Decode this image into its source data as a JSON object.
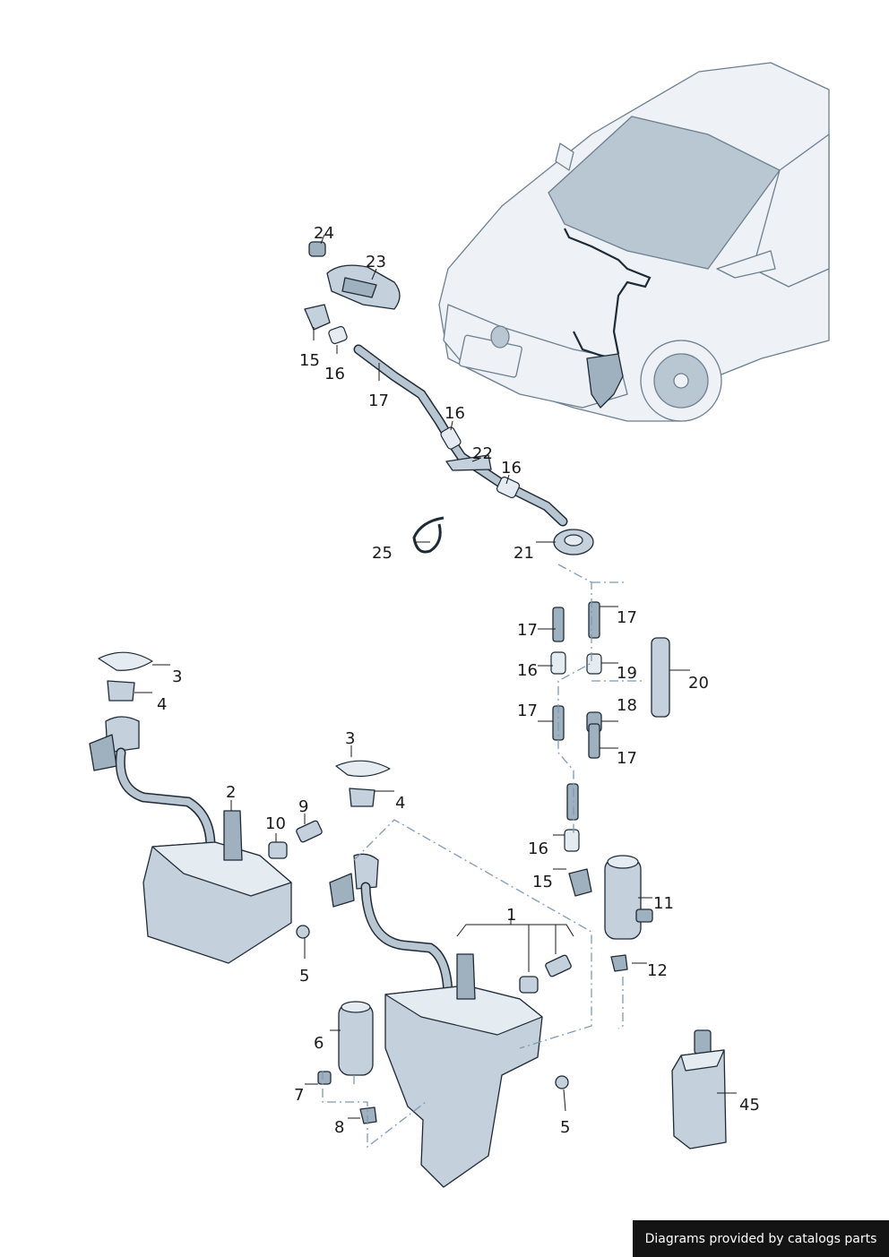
{
  "diagram": {
    "labels": {
      "p24": "24",
      "p23": "23",
      "p15a": "15",
      "p16a": "16",
      "p17a": "17",
      "p16b": "16",
      "p22": "22",
      "p16c": "16",
      "p25": "25",
      "p21": "21",
      "p17b": "17",
      "p17c": "17",
      "p16d": "16",
      "p19": "19",
      "p20": "20",
      "p18": "18",
      "p17d": "17",
      "p17e": "17",
      "p3a": "3",
      "p4a": "4",
      "p2": "2",
      "p10": "10",
      "p9": "9",
      "p3b": "3",
      "p4b": "4",
      "p5a": "5",
      "p16e": "16",
      "p15b": "15",
      "p11": "11",
      "p1": "1",
      "p12": "12",
      "p6": "6",
      "p7": "7",
      "p8": "8",
      "p5b": "5",
      "p45": "45"
    }
  },
  "footer": {
    "credit": "Diagrams provided by catalogs parts"
  }
}
